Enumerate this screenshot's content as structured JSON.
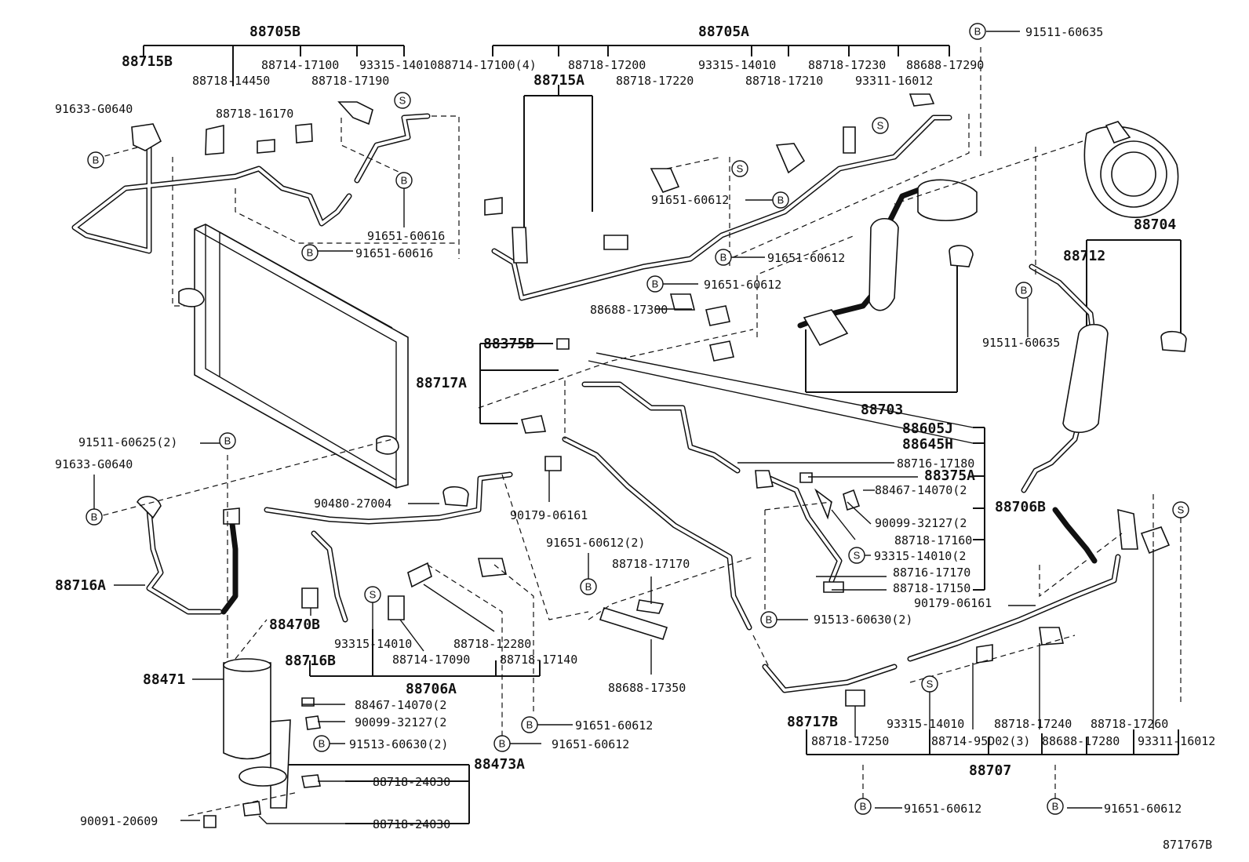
{
  "groups": {
    "g88705B": "88705B",
    "g88705A": "88705A",
    "g88704": "88704",
    "g88703": "88703",
    "g88707": "88707",
    "g88706A": "88706A",
    "g88716B": "88716B",
    "g88473A": "88473A",
    "g88717A": "88717A",
    "g88717B": "88717B",
    "g88706B": "88706B"
  },
  "labels": {
    "l88715B": "88715B",
    "l88714_17100": "88714-17100",
    "l93315_1401_88714": "93315-1401088714-17100(4)",
    "l88718_17200": "88718-17200",
    "l93315_14010_top": "93315-14010",
    "l88718_17230": "88718-17230",
    "l88688_17290": "88688-17290",
    "l88718_14450": "88718-14450",
    "l88718_17190": "88718-17190",
    "l88715A": "88715A",
    "l88718_17220": "88718-17220",
    "l88718_17210": "88718-17210",
    "l93311_16012_top": "93311-16012",
    "l91633_G0640_a": "91633-G0640",
    "l88718_16170": "88718-16170",
    "l91651_60616_a": "91651-60616",
    "l91651_60616_b": "91651-60616",
    "l91651_60612_a": "91651-60612",
    "l91651_60612_b": "91651-60612",
    "l91651_60612_c": "91651-60612",
    "l91511_60635_top": "91511-60635",
    "l88712": "88712",
    "l91511_60635_mid": "91511-60635",
    "l88688_17300": "88688-17300",
    "l88375B": "88375B",
    "l88605J": "88605J",
    "l88645H": "88645H",
    "l88716_17180": "88716-17180",
    "l88375A": "88375A",
    "l88467_14070_a": "88467-14070(2",
    "l90099_32127_a": "90099-32127(2",
    "l88718_17160": "88718-17160",
    "l93315_14010_2": "93315-14010(2",
    "l88716_17170": "88716-17170",
    "l88718_17150": "88718-17150",
    "l90179_06161_r": "90179-06161",
    "l91513_60630_r": "91513-60630(2)",
    "l91511_60625": "91511-60625(2)",
    "l91633_G0640_b": "91633-G0640",
    "l90480_27004": "90480-27004",
    "l90179_06161_c": "90179-06161",
    "l91651_60612_2": "91651-60612(2)",
    "l88718_17170": "88718-17170",
    "l88716A": "88716A",
    "l88470B": "88470B",
    "l93315_14010_l": "93315-14010",
    "l88718_12280": "88718-12280",
    "l88714_17090": "88714-17090",
    "l88718_17140": "88718-17140",
    "l88688_17350": "88688-17350",
    "l88471": "88471",
    "l88467_14070_b": "88467-14070(2",
    "l90099_32127_b": "90099-32127(2",
    "l91513_60630_b": "91513-60630(2)",
    "l88718_24030_a": "88718-24030",
    "l88718_24030_b": "88718-24030",
    "l90091_20609": "90091-20609",
    "l91651_60612_d": "91651-60612",
    "l91651_60612_e": "91651-60612",
    "l93315_14010_b": "93315-14010",
    "l88718_17240": "88718-17240",
    "l88718_17260": "88718-17260",
    "l88718_17250": "88718-17250",
    "l88714_95D02": "88714-95D02(3)",
    "l88688_17280": "88688-17280",
    "l93311_16012_b": "93311-16012",
    "l91651_60612_f": "91651-60612",
    "l91651_60612_g": "91651-60612",
    "l871767B": "871767B"
  },
  "symbols": {
    "B": "B",
    "S": "S"
  }
}
